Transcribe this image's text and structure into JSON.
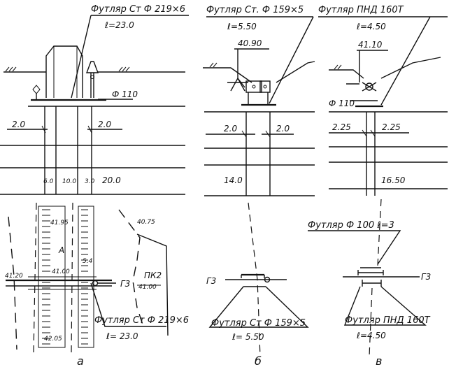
{
  "panel_a": {
    "caption": "а",
    "top": {
      "case_title": "Футляр Ст Ф 219×6",
      "case_length": "ℓ=23.0",
      "pipe": "Ф 110",
      "dim_left": "2.0",
      "dim_right": "2.0",
      "seg1": "6.0",
      "seg2": "10.0",
      "seg3": "3.0",
      "seg4": "20.0"
    },
    "plan": {
      "elev_top": "41.95",
      "letter": "А",
      "elev_left": "41.20",
      "elev_mid": "41.00",
      "elev_bottom": "42.05",
      "elev_right_top": "40.75",
      "elev_right_low": "41.00",
      "pk": "ПК2",
      "g3": "Г3",
      "mark_small": "5.4",
      "case_title": "Футляр Ст Ф 219×6",
      "case_length": "ℓ= 23.0"
    }
  },
  "panel_b": {
    "caption": "б",
    "top": {
      "case_title": "Футляр Ст. Ф 159×5",
      "case_length": "ℓ=5.50",
      "elev": "40.90",
      "dim_left": "2.0",
      "dim_right": "2.0",
      "depth": "14.0"
    },
    "plan": {
      "g3": "Г3",
      "case_title": "Футляр Ст Ф 159×5",
      "case_length": "ℓ= 5.50"
    }
  },
  "panel_v": {
    "caption": "в",
    "top": {
      "case_title": "Футляр ПНД 160Т",
      "case_length": "ℓ=4.50",
      "elev": "41.10",
      "pipe": "Ф 110",
      "dim_left": "2.25",
      "dim_right": "2.25",
      "depth": "16.50"
    },
    "plan": {
      "case_top": "Футляр Ф 100 ℓ=3",
      "g3": "Г3",
      "case_title": "Футляр ПНД 160Т",
      "case_length": "ℓ=4.50"
    }
  }
}
